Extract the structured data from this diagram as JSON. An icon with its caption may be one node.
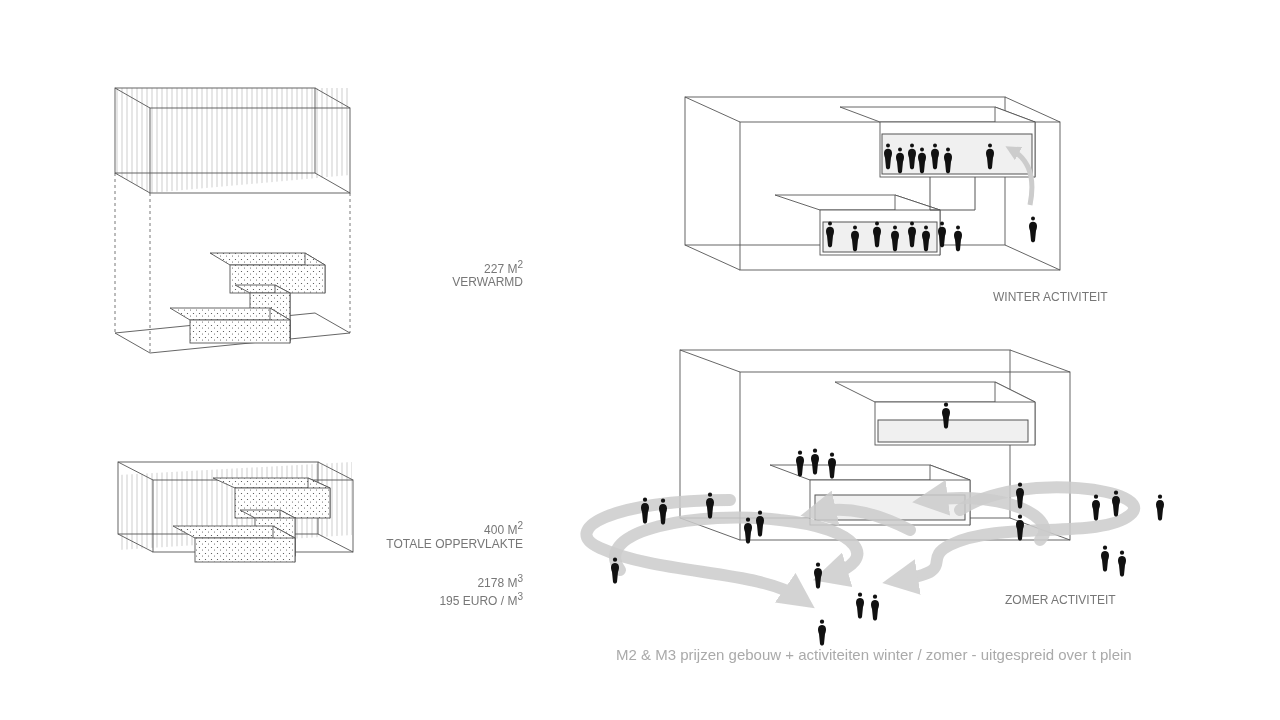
{
  "diagram": {
    "caption": "M2 & M3 prijzen gebouw + activiteiten winter / zomer - uitgespreid over t plein",
    "labels": [
      "227 M$^{2}$",
      "VERWARMD",
      "400 M$^{2}$",
      "TOTALE OPPERVLAKTE",
      "2178 M$^{3}$",
      "195 EURO / M$^{3}$",
      "WINTER ACTIVITEIT",
      "ZOMER ACTIVITEIT"
    ]
  }
}
